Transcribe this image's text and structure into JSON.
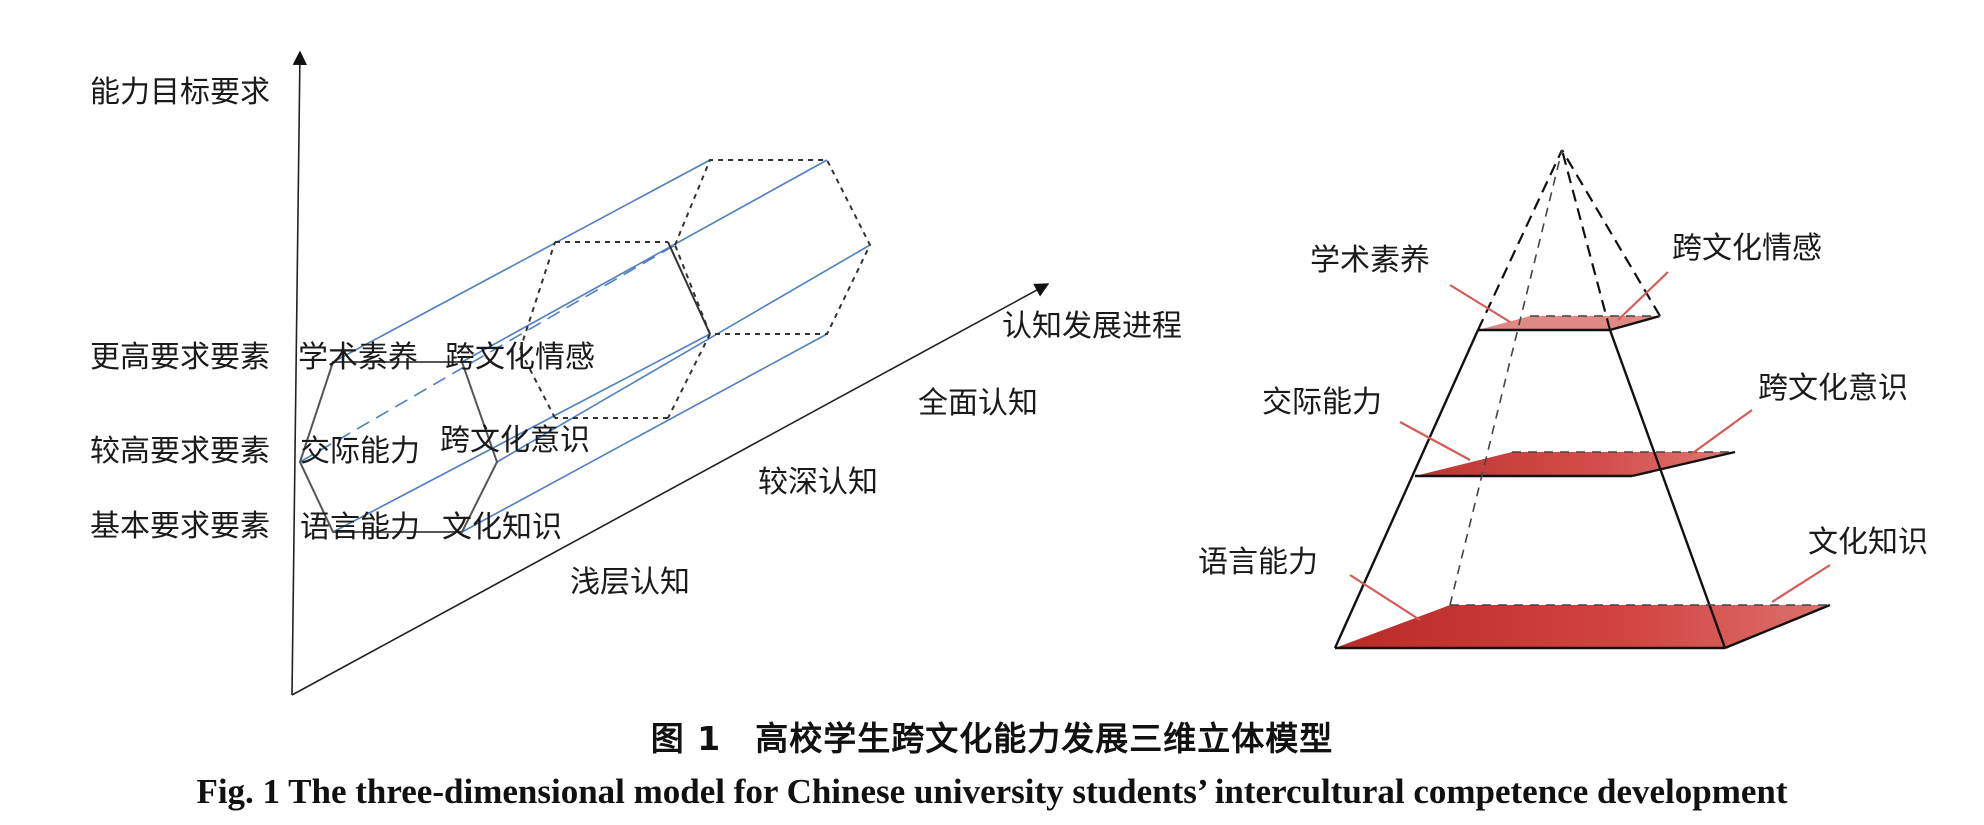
{
  "left_diagram": {
    "y_axis_label": "能力目标要求",
    "x_axis_label": "认知发展进程",
    "level_labels": [
      "更高要求要素",
      "较高要求要素",
      "基本要求要素"
    ],
    "competences": [
      "学术素养",
      "跨文化情感",
      "交际能力",
      "跨文化意识",
      "语言能力",
      "文化知识"
    ],
    "stages": [
      "浅层认知",
      "较深认知",
      "全面认知"
    ]
  },
  "right_diagram": {
    "top_left": "学术素养",
    "top_right": "跨文化情感",
    "mid_left": "交际能力",
    "mid_right": "跨文化意识",
    "bottom_left": "语言能力",
    "bottom_right": "文化知识"
  },
  "caption": {
    "cn": "图 1　高校学生跨文化能力发展三维立体模型",
    "en": "Fig. 1    The three-dimensional model for Chinese university students’ intercultural competence development"
  },
  "colors": {
    "blue_line": "#4f7fc2",
    "red_fill": "#c2302d",
    "axis": "#222222"
  }
}
